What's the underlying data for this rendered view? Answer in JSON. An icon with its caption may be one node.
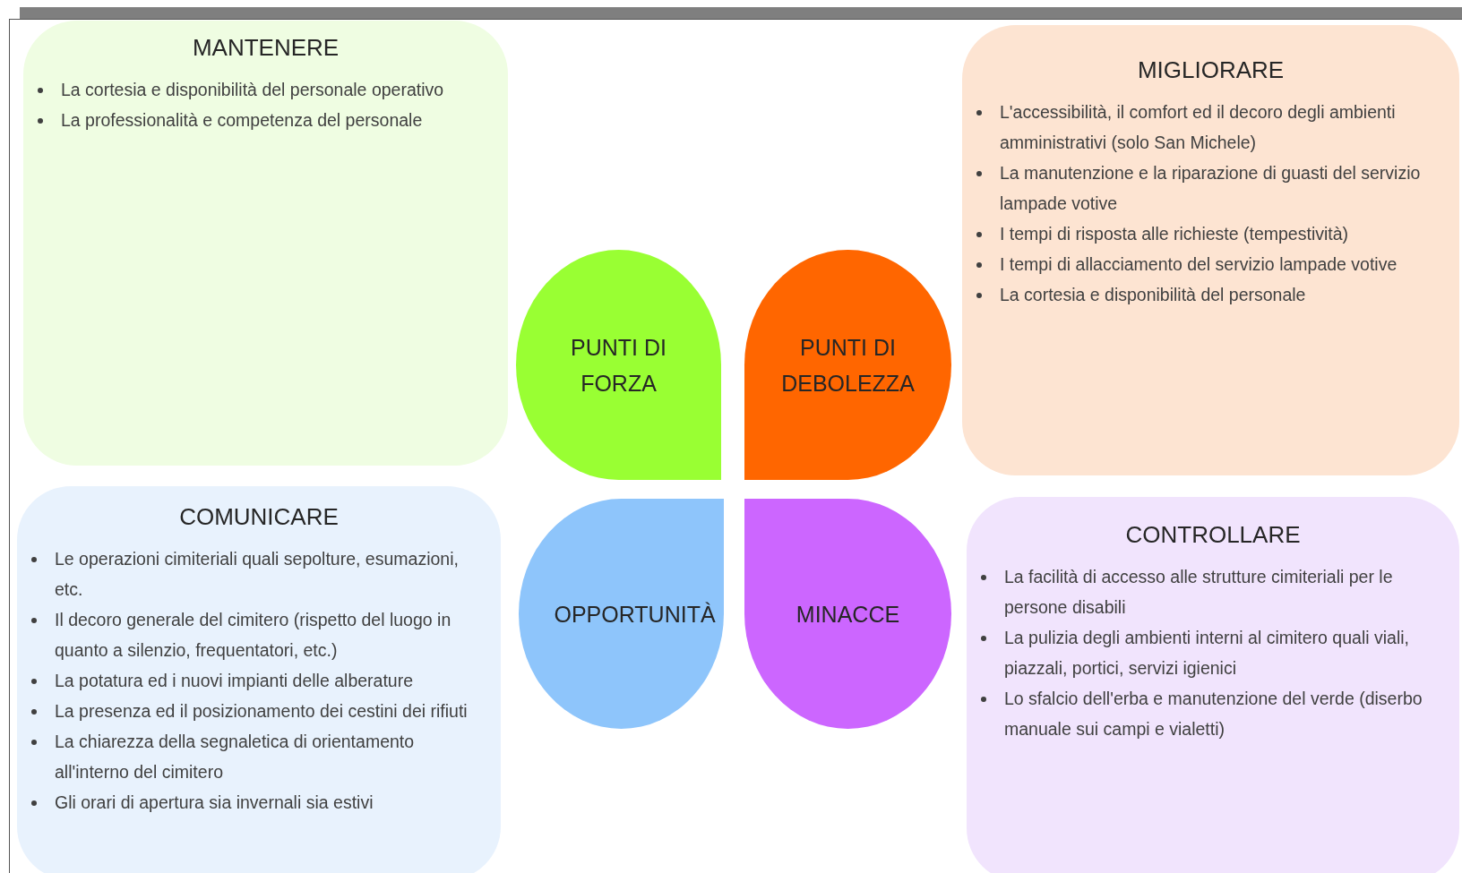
{
  "diagram": {
    "nodes": [
      {
        "text": [
          "MANTENERE",
          "La cortesia e disponibilità del personale operativo",
          "La professionalità e competenza del personale"
        ]
      },
      {
        "text": [
          "MIGLIORARE",
          "L'accessibilità, il comfort ed il decoro degli ambienti amministrativi (solo San Michele)",
          "La manutenzione e la riparazione di guasti del servizio lampade votive",
          "I tempi di risposta alle richieste (tempestività)",
          "I tempi di allacciamento del servizio lampade votive",
          "La cortesia e disponibilità del personale"
        ]
      },
      {
        "text": [
          "PUNTI DI FORZA"
        ]
      },
      {
        "text": [
          "PUNTI DI DEBOLEZZA"
        ]
      },
      {
        "text": [
          "COMUNICARE",
          "Le operazioni cimiteriali quali sepolture, esumazioni, etc.",
          "Il decoro generale del cimitero (rispetto del luogo in quanto a silenzio, frequentatori, etc.)",
          "La potatura ed i nuovi impianti delle alberature",
          "La presenza ed il posizionamento dei cestini dei rifiuti",
          "La chiarezza della segnaletica di orientamento all'interno del cimitero",
          "Gli orari di apertura sia invernali sia estivi"
        ]
      },
      {
        "text": [
          "OPPORTUNITÀ"
        ]
      },
      {
        "text": [
          "MINACCE"
        ]
      },
      {
        "text": [
          "CONTROLLARE",
          "La facilità di accesso alle strutture cimiteriali per le persone disabili",
          "La pulizia degli ambienti interni al cimitero quali viali, piazzali, portici, servizi igienici",
          "Lo sfalcio dell'erba e manutenzione del verde (diserbo manuale sui campi e vialetti)"
        ]
      }
    ]
  }
}
